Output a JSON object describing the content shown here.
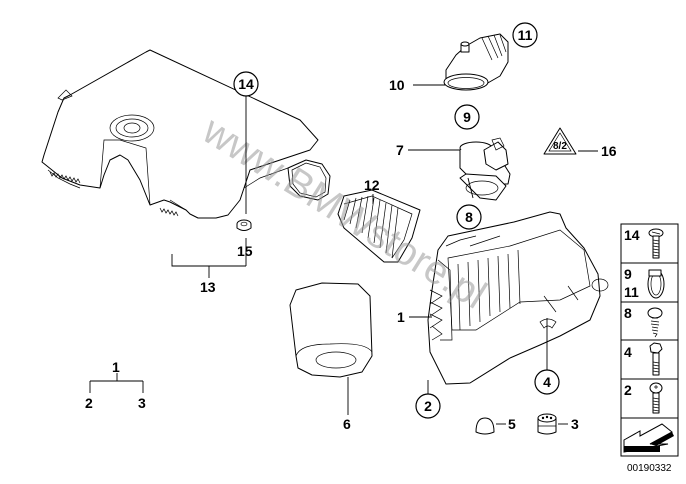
{
  "diagram": {
    "title": "Air intake / air filter housing parts diagram",
    "watermark": "www.BMWstore.pl",
    "image_number": "00190332",
    "callouts": [
      {
        "id": "c1",
        "label": "1"
      },
      {
        "id": "c2",
        "label": "2"
      },
      {
        "id": "c3",
        "label": "3"
      },
      {
        "id": "c4",
        "label": "4"
      },
      {
        "id": "c5",
        "label": "5"
      },
      {
        "id": "c6",
        "label": "6"
      },
      {
        "id": "c7",
        "label": "7"
      },
      {
        "id": "c8",
        "label": "8"
      },
      {
        "id": "c9",
        "label": "9"
      },
      {
        "id": "c10",
        "label": "10"
      },
      {
        "id": "c11",
        "label": "11"
      },
      {
        "id": "c12",
        "label": "12"
      },
      {
        "id": "c13",
        "label": "13"
      },
      {
        "id": "c14",
        "label": "14"
      },
      {
        "id": "c15",
        "label": "15"
      },
      {
        "id": "c16",
        "label": "16"
      }
    ],
    "assembly_key": {
      "parent": "1",
      "children": [
        "2",
        "3"
      ]
    },
    "hardware_panel": [
      {
        "labels": [
          "14"
        ],
        "icon": "screw-icon"
      },
      {
        "labels": [
          "9",
          "11"
        ],
        "icon": "hose-clamp-icon"
      },
      {
        "labels": [
          "8"
        ],
        "icon": "self-tapping-screw-icon"
      },
      {
        "labels": [
          "4"
        ],
        "icon": "hex-bolt-icon"
      },
      {
        "labels": [
          "2"
        ],
        "icon": "pan-head-screw-icon"
      },
      {
        "labels": [],
        "icon": "direction-arrow-icon"
      }
    ]
  }
}
